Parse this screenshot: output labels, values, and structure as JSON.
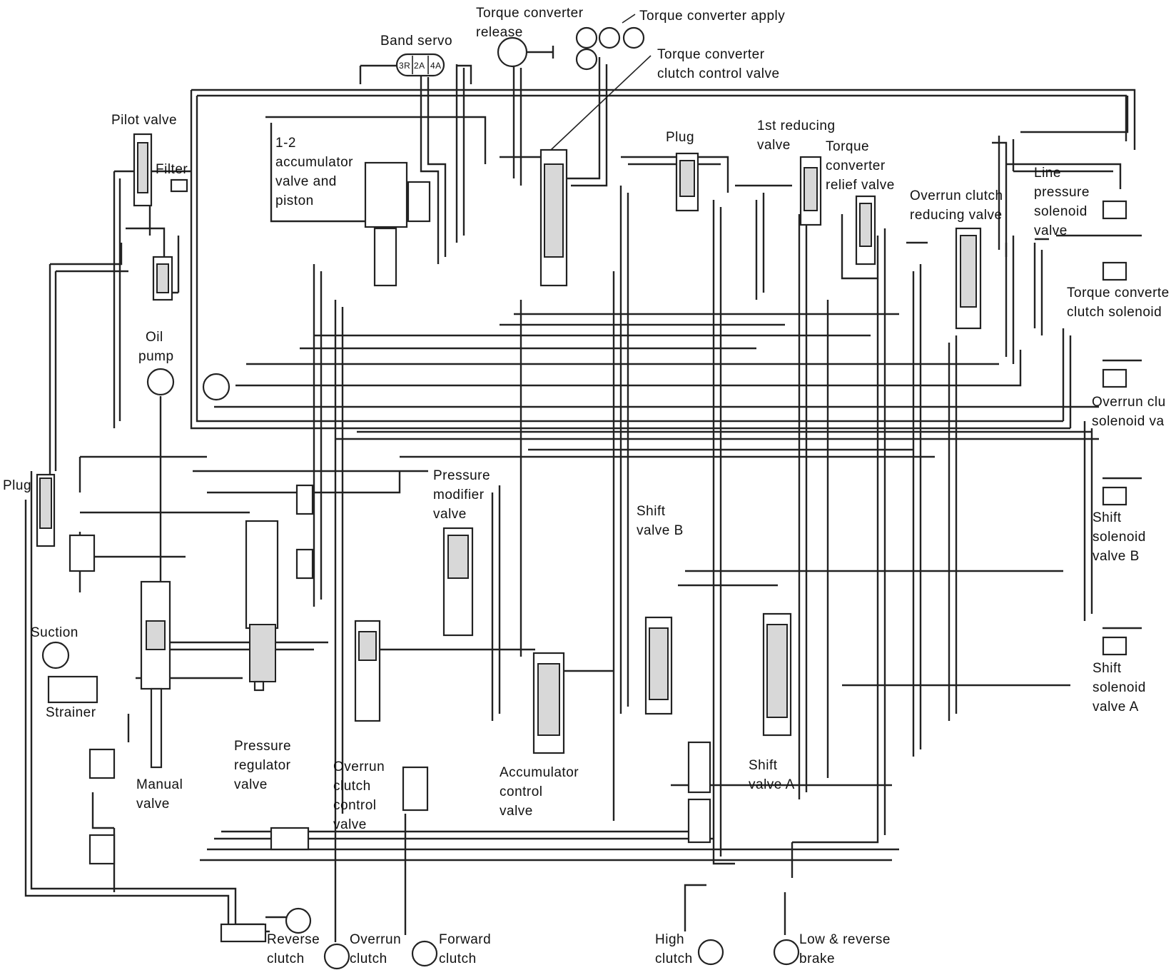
{
  "diagram": {
    "labels": {
      "torque_converter_release_1": "Torque converter",
      "torque_converter_release_2": "release",
      "torque_converter_apply": "Torque converter apply",
      "band_servo": "Band servo",
      "band_servo_3r": "3R",
      "band_servo_2a": "2A",
      "band_servo_4a": "4A",
      "tcc_control_valve_1": "Torque converter",
      "tcc_control_valve_2": "clutch control valve",
      "pilot_valve": "Pilot valve",
      "filter": "Filter",
      "accumulator_1": "1-2",
      "accumulator_2": "accumulator",
      "accumulator_3": "valve and",
      "accumulator_4": "piston",
      "plug_top": "Plug",
      "first_reducing_1": "1st reducing",
      "first_reducing_2": "valve",
      "tc_relief_1": "Torque",
      "tc_relief_2": "converter",
      "tc_relief_3": "relief valve",
      "overrun_reducing_1": "Overrun clutch",
      "overrun_reducing_2": "reducing valve",
      "line_pressure_sol_1": "Line",
      "line_pressure_sol_2": "pressure",
      "line_pressure_sol_3": "solenoid",
      "line_pressure_sol_4": "valve",
      "tcc_solenoid_1": "Torque converte",
      "tcc_solenoid_2": "clutch solenoid",
      "oil_pump_1": "Oil",
      "oil_pump_2": "pump",
      "overrun_clutch_sol_1": "Overrun clu",
      "overrun_clutch_sol_2": "solenoid va",
      "plug_left": "Plug",
      "pressure_modifier_1": "Pressure",
      "pressure_modifier_2": "modifier",
      "pressure_modifier_3": "valve",
      "shift_valve_b_1": "Shift",
      "shift_valve_b_2": "valve  B",
      "shift_solenoid_b_1": "Shift",
      "shift_solenoid_b_2": "solenoid",
      "shift_solenoid_b_3": "valve  B",
      "suction": "Suction",
      "strainer": "Strainer",
      "shift_solenoid_a_1": "Shift",
      "shift_solenoid_a_2": "solenoid",
      "shift_solenoid_a_3": "valve  A",
      "pressure_regulator_1": "Pressure",
      "pressure_regulator_2": "regulator",
      "pressure_regulator_3": "valve",
      "overrun_control_1": "Overrun",
      "overrun_control_2": "clutch",
      "overrun_control_3": "control",
      "overrun_control_4": "valve",
      "accumulator_control_1": "Accumulator",
      "accumulator_control_2": "control",
      "accumulator_control_3": "valve",
      "manual_valve_1": "Manual",
      "manual_valve_2": "valve",
      "shift_valve_a_1": "Shift",
      "shift_valve_a_2": "valve  A",
      "reverse_clutch_1": "Reverse",
      "reverse_clutch_2": "clutch",
      "overrun_clutch_1": "Overrun",
      "overrun_clutch_2": "clutch",
      "forward_clutch_1": "Forward",
      "forward_clutch_2": "clutch",
      "high_clutch_1": "High",
      "high_clutch_2": "clutch",
      "low_reverse_1": "Low & reverse",
      "low_reverse_2": "brake"
    }
  }
}
